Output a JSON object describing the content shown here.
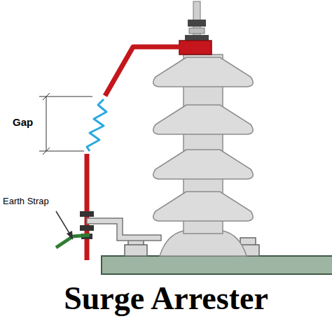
{
  "diagram": {
    "title": "Surge Arrester",
    "labels": [
      "Gap",
      "Earth Strap"
    ]
  }
}
